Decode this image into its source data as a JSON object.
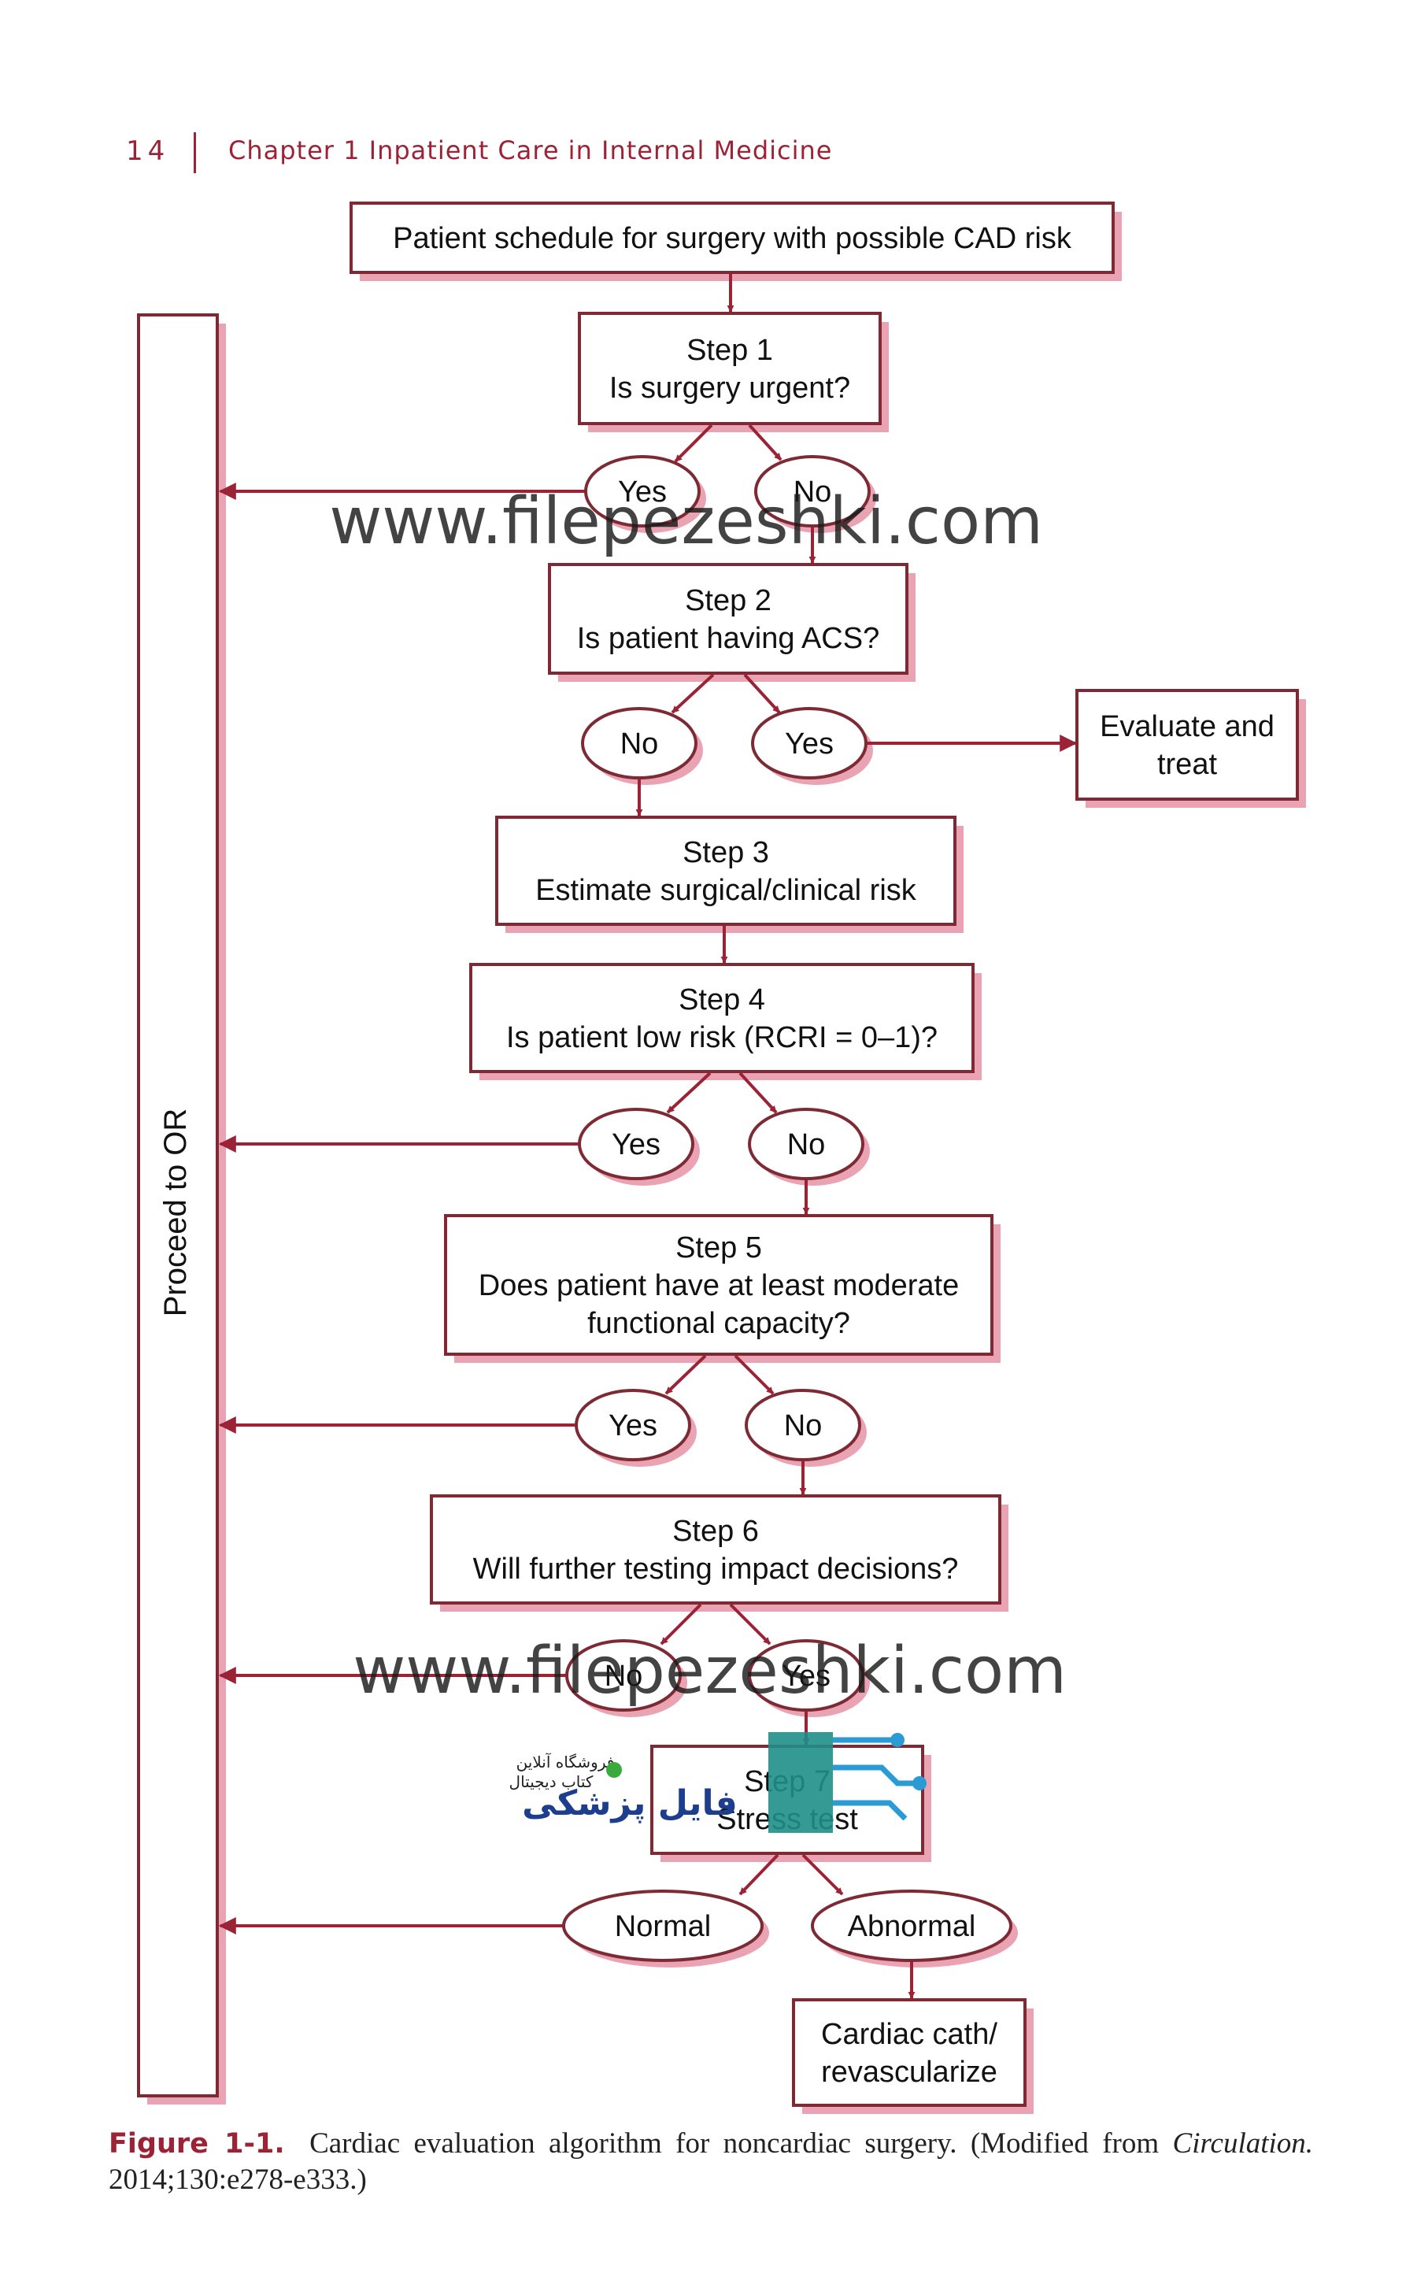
{
  "header": {
    "page_number": "14",
    "chapter": "Chapter 1 Inpatient Care in Internal Medicine"
  },
  "colors": {
    "accent": "#9b2335",
    "box_stroke": "#7e2a34",
    "shadow": "#e9a3b3"
  },
  "nodes": {
    "start": [
      "Patient schedule for surgery with possible CAD risk"
    ],
    "step1": [
      "Step 1",
      "Is surgery urgent?"
    ],
    "step2": [
      "Step 2",
      "Is patient having ACS?"
    ],
    "evaluate": [
      "Evaluate and",
      "treat"
    ],
    "step3": [
      "Step 3",
      "Estimate surgical/clinical risk"
    ],
    "step4": [
      "Step 4",
      "Is patient low risk (RCRI = 0–1)?"
    ],
    "step5": [
      "Step 5",
      "Does patient have at least moderate",
      "functional capacity?"
    ],
    "step6": [
      "Step 6",
      "Will further testing impact decisions?"
    ],
    "step7": [
      "Step 7",
      "Stress test"
    ],
    "cath": [
      "Cardiac cath/",
      "revascularize"
    ]
  },
  "answers": {
    "s1_yes": "Yes",
    "s1_no": "No",
    "s2_no": "No",
    "s2_yes": "Yes",
    "s4_yes": "Yes",
    "s4_no": "No",
    "s5_yes": "Yes",
    "s5_no": "No",
    "s6_no": "No",
    "s6_yes": "Yes",
    "s7_normal": "Normal",
    "s7_abnormal": "Abnormal"
  },
  "sidebar_label": "Proceed to OR",
  "watermark": {
    "text": "www.filepezeshki.com",
    "logo_line1": "فروشگاه آنلاین",
    "logo_line2": "کتاب دیجیتال",
    "logo_main": "فایل پزشکی"
  },
  "caption": {
    "label": "Figure 1-1.",
    "text": "Cardiac evaluation algorithm for noncardiac surgery. (Modified from",
    "journal": "Circulation.",
    "citation": "2014;130:e278-e333.)"
  }
}
